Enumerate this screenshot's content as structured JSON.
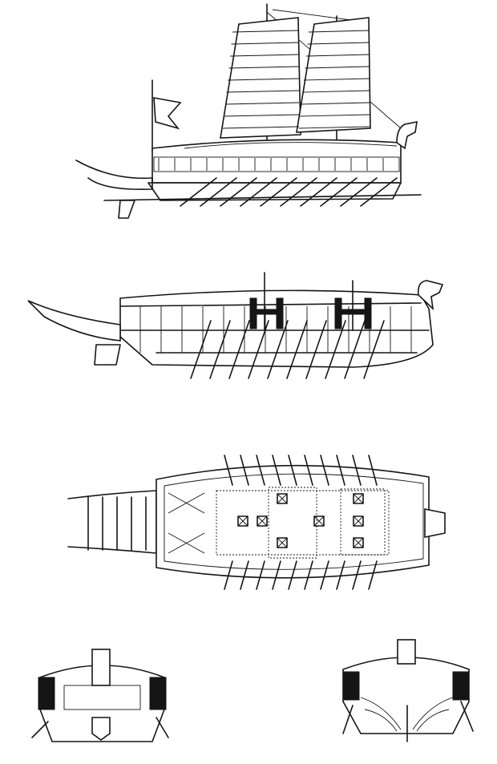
{
  "drawing": {
    "colors": {
      "ink": "#151515",
      "paper": "#ffffff"
    },
    "views": [
      "side-elevation",
      "longitudinal-section",
      "deck-plan",
      "cross-section-bow",
      "cross-section-stern"
    ],
    "oar_count_per_side": 10
  }
}
